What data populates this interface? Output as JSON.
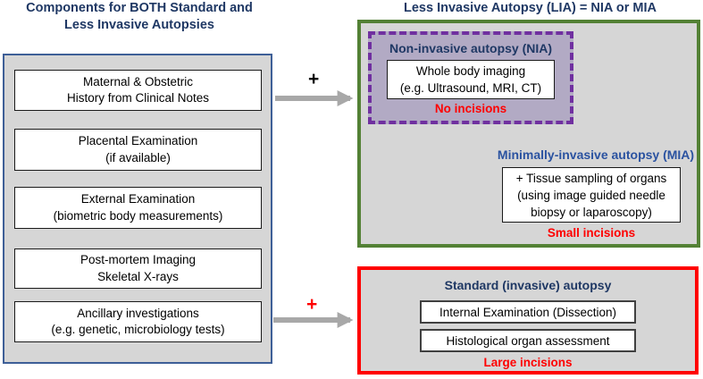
{
  "left_panel": {
    "title_line1": "Components for BOTH Standard and",
    "title_line2": "Less Invasive Autopsies",
    "boxes": [
      {
        "line1": "Maternal & Obstetric",
        "line2": "History from Clinical Notes"
      },
      {
        "line1": "Placental Examination",
        "line2": "(if available)"
      },
      {
        "line1": "External Examination",
        "line2": "(biometric body measurements)"
      },
      {
        "line1": "Post-mortem Imaging",
        "line2": "Skeletal X-rays"
      },
      {
        "line1": "Ancillary investigations",
        "line2": "(e.g. genetic, microbiology tests)"
      }
    ]
  },
  "connectors": {
    "top_plus": "+",
    "bottom_plus": "+",
    "mia_plus": "+"
  },
  "lia": {
    "title": "Less Invasive  Autopsy (LIA) = NIA or MIA",
    "nia": {
      "heading": "Non-invasive autopsy (NIA)",
      "box": {
        "line1": "Whole body imaging",
        "line2": "(e.g. Ultrasound, MRI, CT)"
      },
      "caption": "No incisions"
    },
    "mia": {
      "heading": "Minimally-invasive autopsy (MIA)",
      "box": {
        "line1": "+ Tissue sampling of organs",
        "line2": "(using image guided needle",
        "line3": "biopsy or  laparoscopy)"
      },
      "caption": "Small incisions"
    }
  },
  "standard": {
    "heading": "Standard (invasive) autopsy",
    "boxes": [
      "Internal Examination (Dissection)",
      "Histological organ assessment"
    ],
    "caption": "Large incisions"
  },
  "colors": {
    "title_navy": "#1f3864",
    "mia_blue": "#2a52a0",
    "incision_red": "#ff0000",
    "red_border": "#ff0000",
    "green_border": "#538135",
    "purple_border": "#7030a0",
    "purple_fill": "#b2aac4",
    "panel_gray": "#d6d6d6",
    "left_panel_border_blue": "#3e5f97",
    "arrow_gray": "#a8a8a8"
  },
  "icons": {
    "top_arrow": "arrow-right",
    "bottom_arrow": "arrow-right",
    "nia_to_mia_arrow": "arrow-down-right"
  }
}
